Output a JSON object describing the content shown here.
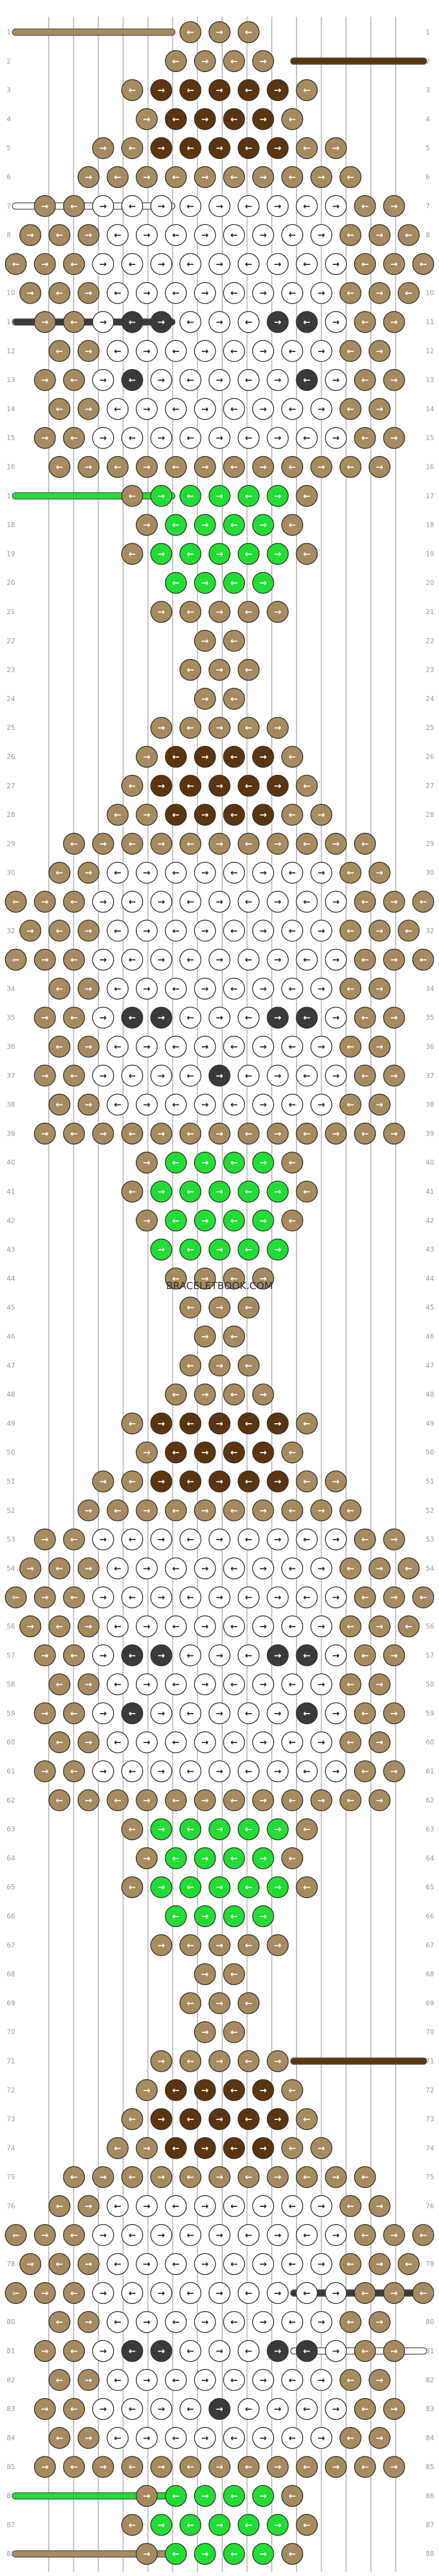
{
  "page": {
    "watermark": "BRACELETBOOK.COM"
  },
  "pattern": {
    "row_count": 88,
    "string_count": 15,
    "colors": {
      "tan": "#a58b5f",
      "dark_brown": "#5a3510",
      "white": "#ffffff",
      "charcoal": "#3a3a3a",
      "green": "#22dd33",
      "string_grey": "#bdbdbd",
      "row_number": "#9a9a9a"
    },
    "palette_order": [
      "tan",
      "dark_brown",
      "white",
      "charcoal",
      "green"
    ],
    "motif": "panda",
    "motif_repeats": 4,
    "row_labels": [
      "1",
      "2",
      "3",
      "4",
      "5",
      "6",
      "7",
      "8",
      "9",
      "10",
      "11",
      "12",
      "13",
      "14",
      "15",
      "16",
      "17",
      "18",
      "19",
      "20",
      "21",
      "22",
      "23",
      "24",
      "25",
      "26",
      "27",
      "28",
      "29",
      "30",
      "31",
      "32",
      "33",
      "34",
      "35",
      "36",
      "37",
      "38",
      "39",
      "40",
      "41",
      "42",
      "43",
      "44",
      "45",
      "46",
      "47",
      "48",
      "49",
      "50",
      "51",
      "52",
      "53",
      "54",
      "55",
      "56",
      "57",
      "58",
      "59",
      "60",
      "61",
      "62",
      "63",
      "64",
      "65",
      "66",
      "67",
      "68",
      "69",
      "70",
      "71",
      "72",
      "73",
      "74",
      "75",
      "76",
      "77",
      "78",
      "79",
      "80",
      "81",
      "82",
      "83",
      "84",
      "85",
      "86",
      "87",
      "88"
    ],
    "string_tails": [
      {
        "row": 1,
        "side": "left",
        "color": "tan"
      },
      {
        "row": 2,
        "side": "right",
        "color": "dark_brown"
      },
      {
        "row": 7,
        "side": "left",
        "color": "white"
      },
      {
        "row": 11,
        "side": "left",
        "color": "charcoal"
      },
      {
        "row": 17,
        "side": "left",
        "color": "green"
      },
      {
        "row": 71,
        "side": "right",
        "color": "dark_brown"
      },
      {
        "row": 79,
        "side": "right",
        "color": "charcoal"
      },
      {
        "row": 81,
        "side": "right",
        "color": "white"
      },
      {
        "row": 86,
        "side": "left",
        "color": "green"
      },
      {
        "row": 88,
        "side": "left",
        "color": "tan"
      }
    ]
  }
}
